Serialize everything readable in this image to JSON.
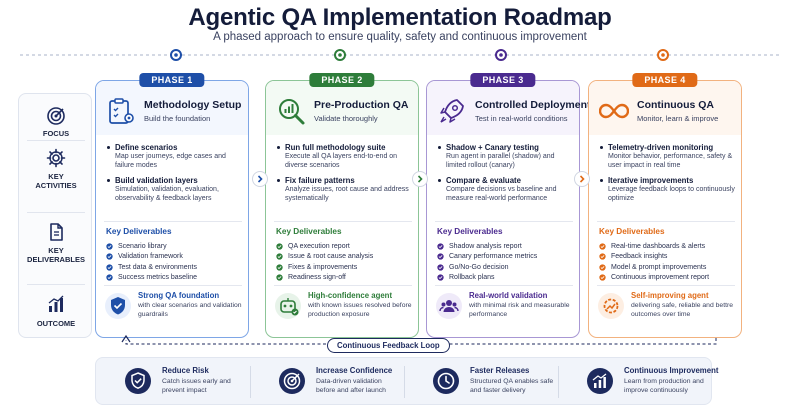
{
  "header": {
    "title": "Agentic QA Implementation Roadmap",
    "subtitle": "A phased approach to ensure quality, safety and continuous improvement"
  },
  "rows": {
    "focus": "FOCUS",
    "key_activities": "KEY ACTIVITIES",
    "key_deliverables": "KEY DELIVERABLES",
    "outcome": "OUTCOME"
  },
  "phases": [
    {
      "badge": "PHASE 1",
      "title": "Methodology Setup",
      "subtitle": "Build the foundation",
      "color": "#1e4fa8",
      "activities": [
        {
          "title": "Define scenarios",
          "desc": "Map user journeys, edge cases and failure modes"
        },
        {
          "title": "Build validation layers",
          "desc": "Simulation, validation, evaluation, observability & feedback layers"
        }
      ],
      "deliverables_title": "Key Deliverables",
      "deliverables": [
        "Scenario library",
        "Validation framework",
        "Test data & environments",
        "Success metrics baseline"
      ],
      "outcome_title": "Strong QA foundation",
      "outcome_desc": "with clear scenarios and validation guardrails"
    },
    {
      "badge": "PHASE 2",
      "title": "Pre-Production QA",
      "subtitle": "Validate thoroughly",
      "color": "#2e7d3a",
      "activities": [
        {
          "title": "Run full methodology suite",
          "desc": "Execute all QA layers end-to-end on diverse scenarios"
        },
        {
          "title": "Fix failure patterns",
          "desc": "Analyze issues, root cause and address systematically"
        }
      ],
      "deliverables_title": "Key Deliverables",
      "deliverables": [
        "QA execution report",
        "Issue & root cause analysis",
        "Fixes & improvements",
        "Readiness sign-off"
      ],
      "outcome_title": "High-confidence agent",
      "outcome_desc": "with known issues resolved before production exposure"
    },
    {
      "badge": "PHASE 3",
      "title": "Controlled Deployment",
      "subtitle": "Test in real-world conditions",
      "color": "#4a2a8f",
      "activities": [
        {
          "title": "Shadow + Canary testing",
          "desc": "Run agent in parallel (shadow) and limited rollout (canary)"
        },
        {
          "title": "Compare & evaluate",
          "desc": "Compare decisions vs baseline and measure real-world performance"
        }
      ],
      "deliverables_title": "Key Deliverables",
      "deliverables": [
        "Shadow analysis report",
        "Canary performance metrics",
        "Go/No-Go decision",
        "Rollback plans"
      ],
      "outcome_title": "Real-world validation",
      "outcome_desc": "with minimal risk and measurable performance"
    },
    {
      "badge": "PHASE 4",
      "title": "Continuous QA",
      "subtitle": "Monitor, learn & improve",
      "color": "#e06a17",
      "activities": [
        {
          "title": "Telemetry-driven monitoring",
          "desc": "Monitor behavior, performance, safety & user impact in real time"
        },
        {
          "title": "Iterative improvements",
          "desc": "Leverage feedback loops to continuously optimize"
        }
      ],
      "deliverables_title": "Key Deliverables",
      "deliverables": [
        "Real-time dashboards & alerts",
        "Feedback insights",
        "Model & prompt improvements",
        "Continuous improvement report"
      ],
      "outcome_title": "Self-improving agent",
      "outcome_desc": "delivering safe, reliable and bettre outcomes over time"
    }
  ],
  "feedback_loop": "Continuous Feedback Loop",
  "benefits": [
    {
      "title": "Reduce Risk",
      "desc": "Catch issues early and prevent impact",
      "icon": "shield-check-icon"
    },
    {
      "title": "Increase Confidence",
      "desc": "Data-driven validation before and after launch",
      "icon": "target-icon"
    },
    {
      "title": "Faster Releases",
      "desc": "Structured QA enables safe and faster delivery",
      "icon": "clock-icon"
    },
    {
      "title": "Continuous Improvement",
      "desc": "Learn from production and improve continuously",
      "icon": "growth-chart-icon"
    }
  ],
  "colors": {
    "navy": "#1d2a5e",
    "phase1": "#1e4fa8",
    "phase2": "#2e7d3a",
    "phase3": "#4a2a8f",
    "phase4": "#e06a17"
  }
}
